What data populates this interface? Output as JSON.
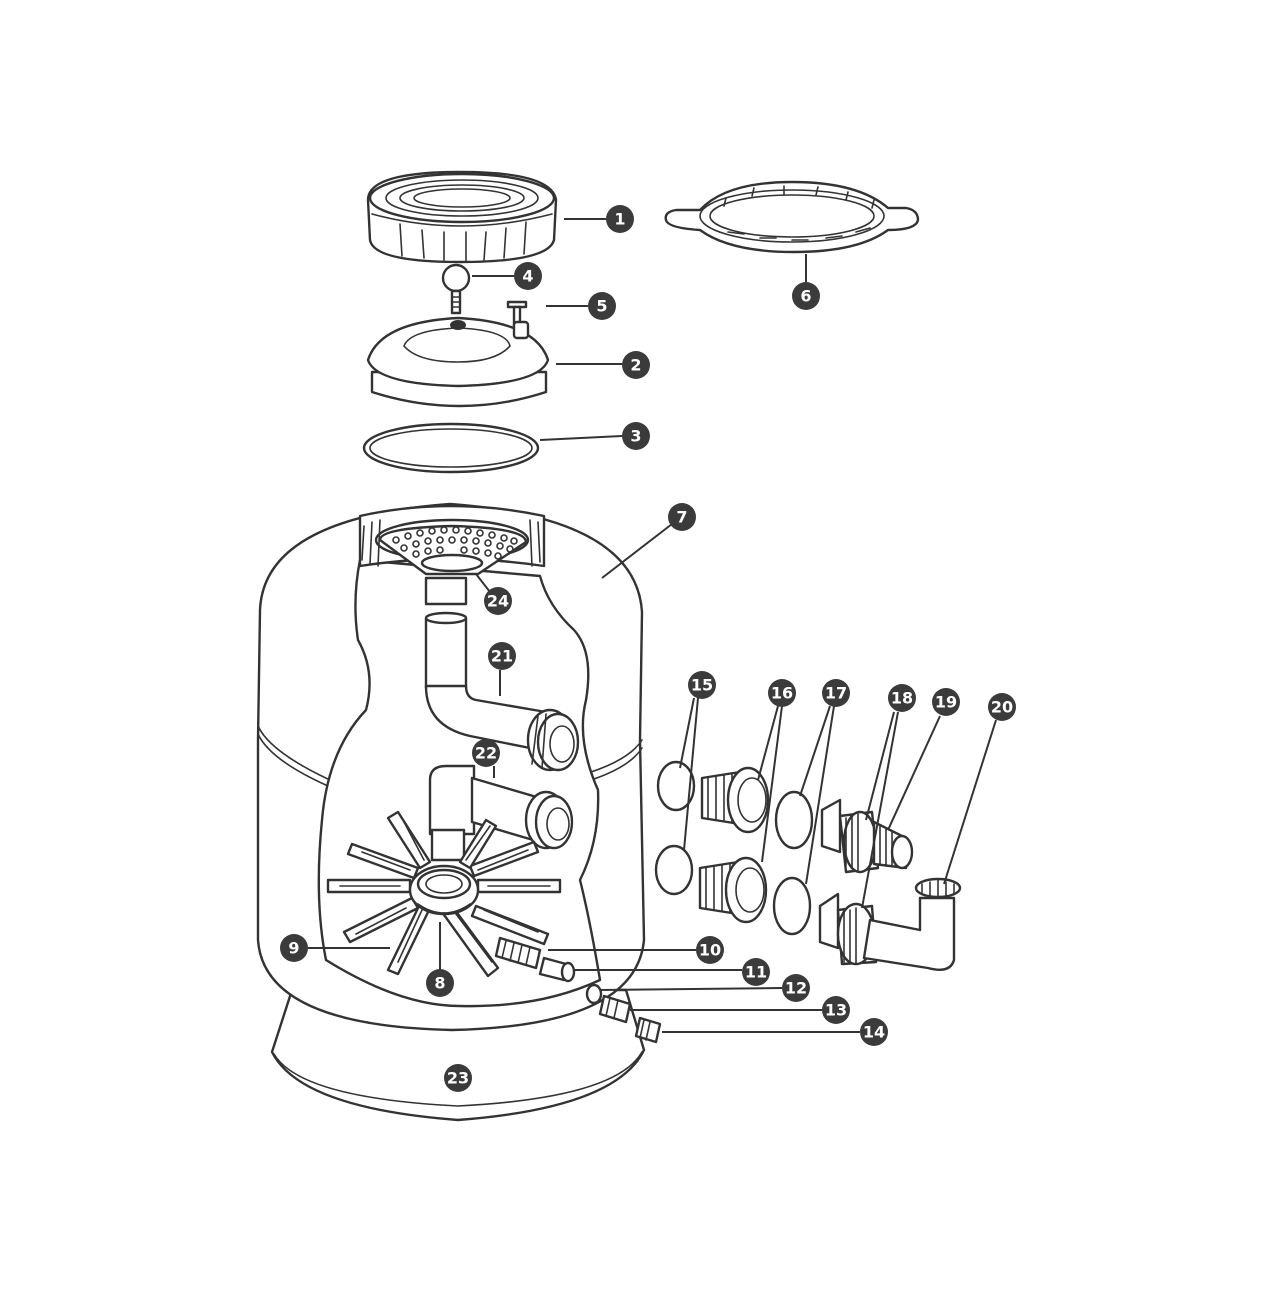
{
  "parts": [
    {
      "id": "p1",
      "label": "1"
    },
    {
      "id": "p2",
      "label": "2"
    },
    {
      "id": "p3",
      "label": "3"
    },
    {
      "id": "p4",
      "label": "4"
    },
    {
      "id": "p5",
      "label": "5"
    },
    {
      "id": "p6",
      "label": "6"
    },
    {
      "id": "p7",
      "label": "7"
    },
    {
      "id": "p8",
      "label": "8"
    },
    {
      "id": "p9",
      "label": "9"
    },
    {
      "id": "p10",
      "label": "10"
    },
    {
      "id": "p11",
      "label": "11"
    },
    {
      "id": "p12",
      "label": "12"
    },
    {
      "id": "p13",
      "label": "13"
    },
    {
      "id": "p14",
      "label": "14"
    },
    {
      "id": "p15",
      "label": "15"
    },
    {
      "id": "p16",
      "label": "16"
    },
    {
      "id": "p17",
      "label": "17"
    },
    {
      "id": "p18",
      "label": "18"
    },
    {
      "id": "p19",
      "label": "19"
    },
    {
      "id": "p20",
      "label": "20"
    },
    {
      "id": "p21",
      "label": "21"
    },
    {
      "id": "p22",
      "label": "22"
    },
    {
      "id": "p23",
      "label": "23"
    },
    {
      "id": "p24",
      "label": "24"
    }
  ],
  "colors": {
    "line": "#333333",
    "badge": "#3b3b3b",
    "background": "#ffffff"
  }
}
